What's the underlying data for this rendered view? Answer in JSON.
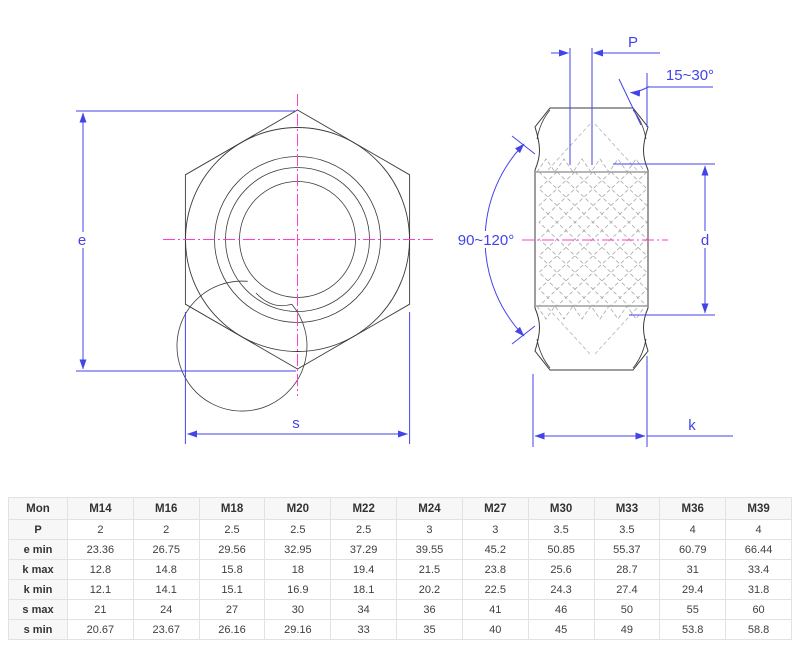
{
  "diagram": {
    "labels": {
      "width_across_corners": "e",
      "width_across_flats": "s",
      "pitch": "P",
      "chamfer_angle": "15~30°",
      "countersink_angle": "90~120°",
      "thread_diameter": "d",
      "thickness": "k"
    },
    "colors": {
      "dimension_blue": "#4343ea",
      "centerline_magenta": "#ff3ecb",
      "outline_black": "#3b3b3b",
      "thread_gray": "#a8a8a8"
    }
  },
  "table": {
    "header": [
      "Mon",
      "M14",
      "M16",
      "M18",
      "M20",
      "M22",
      "M24",
      "M27",
      "M30",
      "M33",
      "M36",
      "M39"
    ],
    "rows": [
      {
        "label": "P",
        "values": [
          "2",
          "2",
          "2.5",
          "2.5",
          "2.5",
          "3",
          "3",
          "3.5",
          "3.5",
          "4",
          "4"
        ]
      },
      {
        "label": "e min",
        "values": [
          "23.36",
          "26.75",
          "29.56",
          "32.95",
          "37.29",
          "39.55",
          "45.2",
          "50.85",
          "55.37",
          "60.79",
          "66.44"
        ]
      },
      {
        "label": "k max",
        "values": [
          "12.8",
          "14.8",
          "15.8",
          "18",
          "19.4",
          "21.5",
          "23.8",
          "25.6",
          "28.7",
          "31",
          "33.4"
        ]
      },
      {
        "label": "k min",
        "values": [
          "12.1",
          "14.1",
          "15.1",
          "16.9",
          "18.1",
          "20.2",
          "22.5",
          "24.3",
          "27.4",
          "29.4",
          "31.8"
        ]
      },
      {
        "label": "s max",
        "values": [
          "21",
          "24",
          "27",
          "30",
          "34",
          "36",
          "41",
          "46",
          "50",
          "55",
          "60"
        ]
      },
      {
        "label": "s min",
        "values": [
          "20.67",
          "23.67",
          "26.16",
          "29.16",
          "33",
          "35",
          "40",
          "45",
          "49",
          "53.8",
          "58.8"
        ]
      }
    ]
  }
}
